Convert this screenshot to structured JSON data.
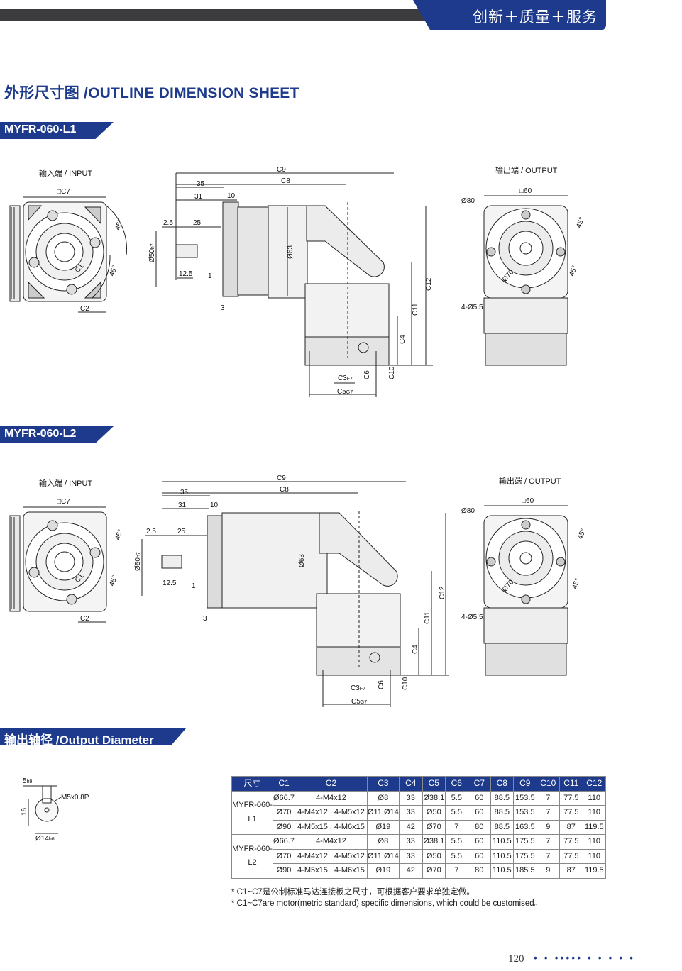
{
  "header": {
    "tagline": "创新＋质量＋服务"
  },
  "page_title": "外形尺寸图 /OUTLINE DIMENSION SHEET",
  "sections": {
    "l1_label": "MYFR-060-L1",
    "l2_label": "MYFR-060-L2",
    "output_label": "输出轴径 /Output Diameter"
  },
  "views": {
    "input": "输入端 / INPUT",
    "output": "输出端 / OUTPUT"
  },
  "dims": {
    "c7": "□C7",
    "c1": "C1",
    "c2": "C2",
    "c3": "C3",
    "c3tol": "F7",
    "c4": "C4",
    "c5": "C5",
    "c5tol": "G7",
    "c6": "C6",
    "c8": "C8",
    "c9": "C9",
    "c10": "C10",
    "c11": "C11",
    "c12": "C12",
    "a45": "45°",
    "d35": "35",
    "d31": "31",
    "d10": "10",
    "d25": "25",
    "d2_5": "2.5",
    "d12_5": "12.5",
    "d1": "1",
    "d3": "3",
    "phi50": "Ø50",
    "phi50tol": "h7",
    "phi63": "Ø63",
    "sq60": "□60",
    "phi80": "Ø80",
    "phi70": "Ø70",
    "holes": "4-Ø5.5"
  },
  "shaft": {
    "w": "5",
    "wtol": "h9",
    "h": "16",
    "thread": "M5x0.8P",
    "dia": "Ø14",
    "diatol": "h6"
  },
  "table": {
    "headers": [
      "尺寸",
      "C1",
      "C2",
      "C3",
      "C4",
      "C5",
      "C6",
      "C7",
      "C8",
      "C9",
      "C10",
      "C11",
      "C12"
    ],
    "groups": [
      {
        "model": "MYFR-060-L1",
        "rows": [
          [
            "Ø66.7",
            "4-M4x12",
            "Ø8",
            "33",
            "Ø38.1",
            "5.5",
            "60",
            "88.5",
            "153.5",
            "7",
            "77.5",
            "110"
          ],
          [
            "Ø70",
            "4-M4x12 , 4-M5x12",
            "Ø11,Ø14",
            "33",
            "Ø50",
            "5.5",
            "60",
            "88.5",
            "153.5",
            "7",
            "77.5",
            "110"
          ],
          [
            "Ø90",
            "4-M5x15 , 4-M6x15",
            "Ø19",
            "42",
            "Ø70",
            "7",
            "80",
            "88.5",
            "163.5",
            "9",
            "87",
            "119.5"
          ]
        ]
      },
      {
        "model": "MYFR-060-L2",
        "rows": [
          [
            "Ø66.7",
            "4-M4x12",
            "Ø8",
            "33",
            "Ø38.1",
            "5.5",
            "60",
            "110.5",
            "175.5",
            "7",
            "77.5",
            "110"
          ],
          [
            "Ø70",
            "4-M4x12 , 4-M5x12",
            "Ø11,Ø14",
            "33",
            "Ø50",
            "5.5",
            "60",
            "110.5",
            "175.5",
            "7",
            "77.5",
            "110"
          ],
          [
            "Ø90",
            "4-M5x15 , 4-M6x15",
            "Ø19",
            "42",
            "Ø70",
            "7",
            "80",
            "110.5",
            "185.5",
            "9",
            "87",
            "119.5"
          ]
        ]
      }
    ]
  },
  "notes": {
    "cn": "* C1~C7是公制标准马达连接板之尺寸，可根据客户要求单独定做。",
    "en": "* C1~C7are motor(metric standard)  specific dimensions, which could be customised。"
  },
  "footer": {
    "page": "120",
    "dots": "• • ••••• • • • • •"
  }
}
